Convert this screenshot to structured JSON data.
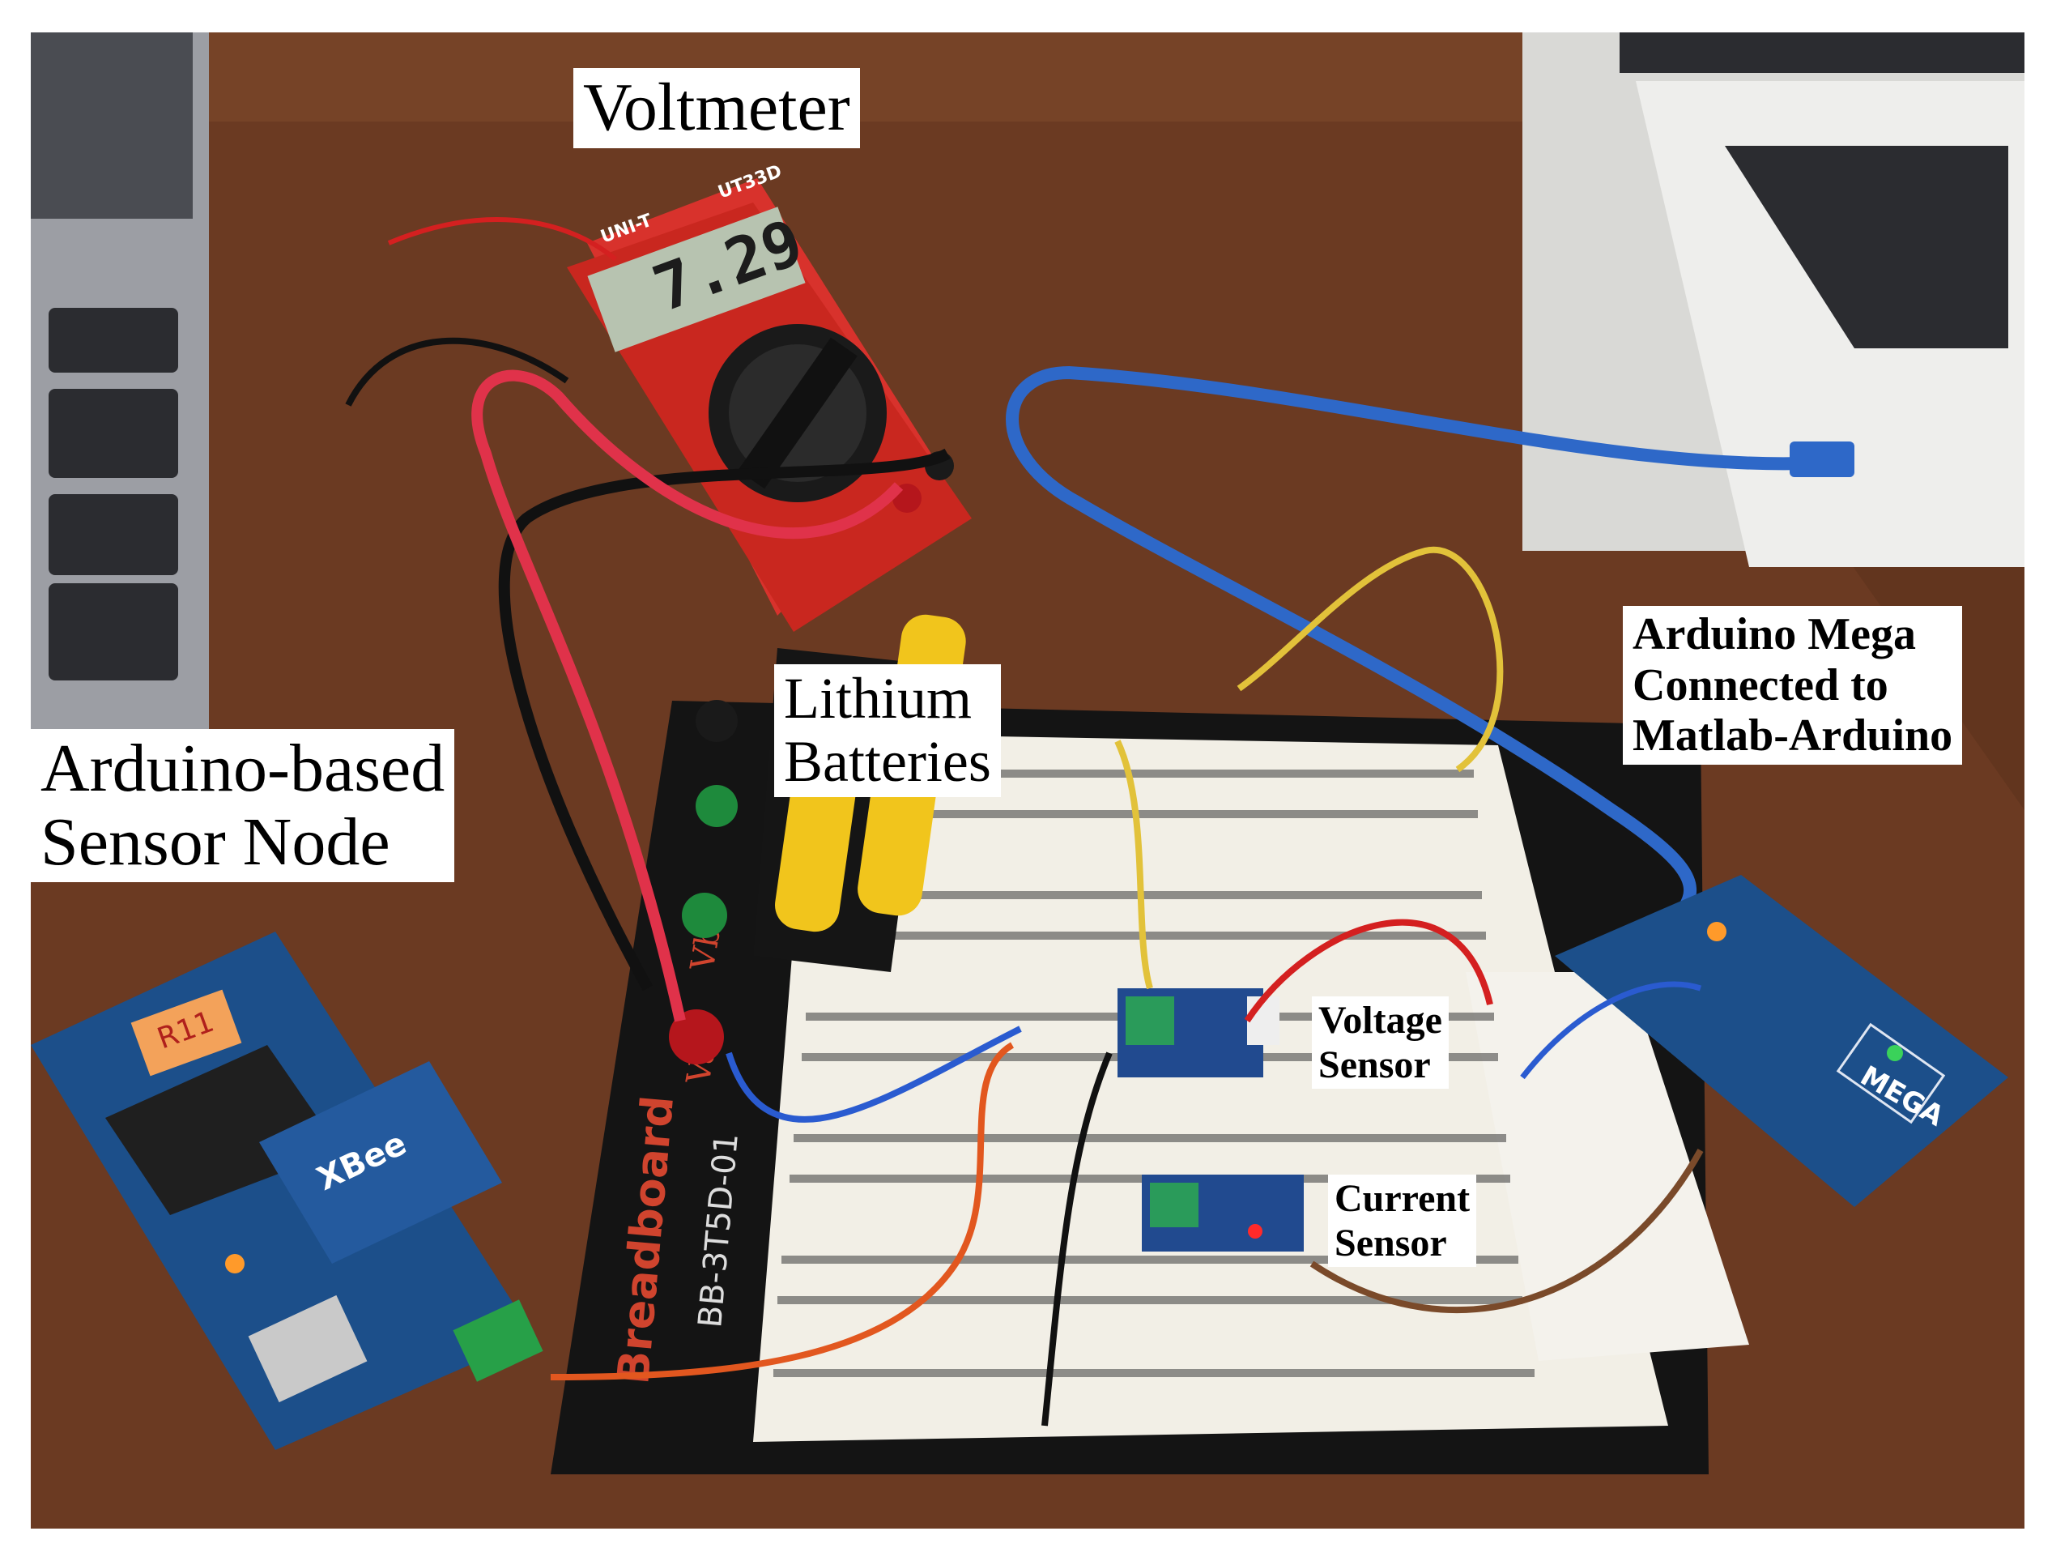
{
  "photo": {
    "subject": "workbench-photo",
    "colors": {
      "desk": "#6b3a22",
      "breadboard": "#f2efe6",
      "multimeter": "#d8322c",
      "board": "#1c4f8a",
      "usb_cable": "#2e68c8"
    }
  },
  "labels": {
    "voltmeter": "Voltmeter",
    "sensor_node": [
      "Arduino-based",
      "Sensor Node"
    ],
    "batteries": [
      "Lithium",
      "Batteries"
    ],
    "mega": [
      "Arduino Mega",
      "Connected to",
      "Matlab-Arduino"
    ],
    "voltage_sensor": [
      "Voltage",
      "Sensor"
    ],
    "current_sensor": [
      "Current",
      "Sensor"
    ]
  },
  "device_text": {
    "multimeter_brand": "UNI-T",
    "multimeter_model": "UT33D",
    "multimeter_reading": "7.29",
    "breadboard_brand": "Breadboard",
    "breadboard_model": "BB-3T5D-01",
    "va_label": "Va",
    "vb_label": "Vb",
    "mega_label": "MEGA",
    "xbee_label": "XBee",
    "sticky_note": "R11"
  }
}
